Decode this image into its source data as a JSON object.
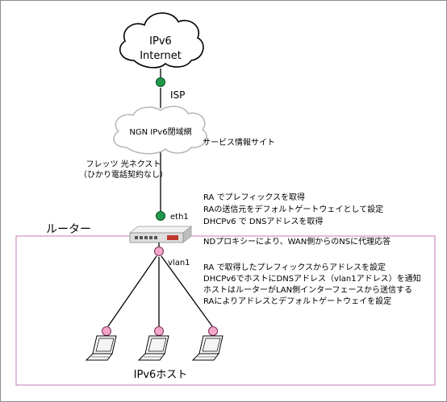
{
  "internet_cloud": {
    "line1": "IPv6",
    "line2": "Internet"
  },
  "isp_label": "ISP",
  "ngn_cloud": {
    "label": "NGN IPv6閉域網"
  },
  "service_site_label": "サービス情報サイト",
  "flets_label": {
    "line1": "フレッツ 光ネクスト",
    "line2": "（ひかり電話契約なし）"
  },
  "router": {
    "label": "ルーター",
    "eth1_label": "eth1",
    "vlan1_label": "vlan1"
  },
  "notes_eth1": [
    "RA でプレフィックスを取得",
    "RAの送信元をデフォルトゲートウェイとして設定",
    "DHCPv6 で DNSアドレスを取得"
  ],
  "note_ndproxy": "NDプロキシーにより、WAN側からのNSに代理応答",
  "notes_vlan1": [
    "RA で取得したプレフィックスからアドレスを設定",
    "DHCPv6でホストにDNSアドレス（vlan1アドレス）を通知",
    "ホストはルーターがLAN側インターフェースから送信する",
    "RAによりアドレスとデフォルトゲートウェイを設定"
  ],
  "hosts_label": "IPv6ホスト",
  "colors": {
    "internet_node": "#1e9a4a",
    "lan_node": "#f4a6c8",
    "lan_box_border": "#c878b8",
    "router_body": "#dddddd"
  }
}
